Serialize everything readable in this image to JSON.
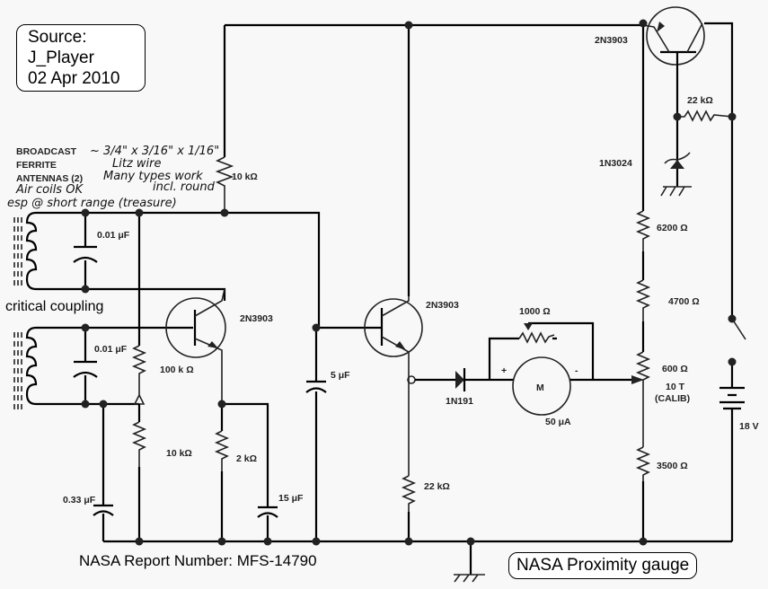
{
  "source_box": {
    "line1": "Source:",
    "line2": "J_Player",
    "line3": "02 Apr 2010"
  },
  "captions": {
    "report_number": "NASA Report Number: MFS-14790",
    "title": "NASA  Proximity gauge",
    "critical_coupling": "critical coupling"
  },
  "printed_notes": {
    "broadcast": "BROADCAST",
    "ferrite": "FERRITE",
    "antennas": "ANTENNAS (2)"
  },
  "handwritten_notes": {
    "dims": "~ 3/4\" x 3/16\" x 1/16\"",
    "litz": "Litz wire",
    "many_types": "Many types work",
    "incl_round": "incl. round",
    "air_coils": "Air coils OK",
    "short_range": "esp @ short range (treasure)"
  },
  "components": {
    "cap_tank_top": "0.01 μF",
    "cap_tank_bottom": "0.01 μF",
    "r_bias_top": "10 kΩ",
    "r_base": "100 k Ω",
    "r_base_low": "10 kΩ",
    "r_emitter": "2 kΩ",
    "cap_033": "0.33 μF",
    "cap_15": "15 μF",
    "cap_5": "5 μF",
    "q1": "2N3903",
    "q2": "2N3903",
    "q3": "2N3903",
    "r_load": "22 kΩ",
    "diode": "1N191",
    "pot_1000": "1000 Ω",
    "meter_letter": "M",
    "meter_plus": "+",
    "meter_minus": "-",
    "meter_rating": "50 μA",
    "r_reg": "22 kΩ",
    "zener": "1N3024",
    "r_6200": "6200 Ω",
    "r_4700": "4700 Ω",
    "pot_600": "600 Ω",
    "pot_turns": "10 T",
    "pot_calib": "(CALIB)",
    "r_3500": "3500 Ω",
    "battery": "18 V"
  }
}
